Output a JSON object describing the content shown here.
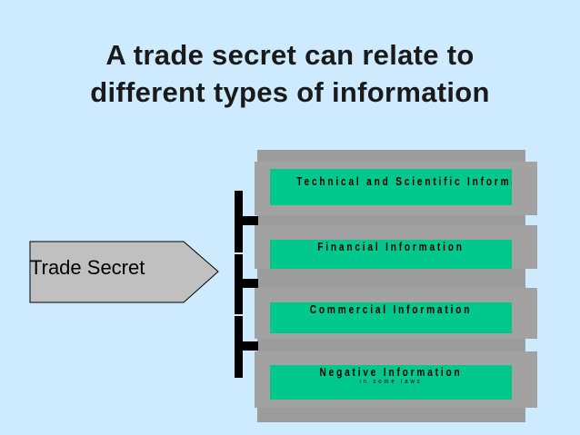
{
  "slide": {
    "title_line1": "A trade secret can relate to",
    "title_line2": "different types of information"
  },
  "source_node": {
    "label": "Trade Secret",
    "fill": "#c0c0c0"
  },
  "categories": [
    {
      "label": "Technical and Scientific Information",
      "sub": ""
    },
    {
      "label": "Financial Information",
      "sub": ""
    },
    {
      "label": "Commercial Information",
      "sub": ""
    },
    {
      "label": "Negative Information",
      "sub": "in some laws"
    }
  ],
  "colors": {
    "background": "#cdeaff",
    "category_fill": "#00c78c",
    "panel": "#9c9c9c",
    "connector": "#000000"
  }
}
